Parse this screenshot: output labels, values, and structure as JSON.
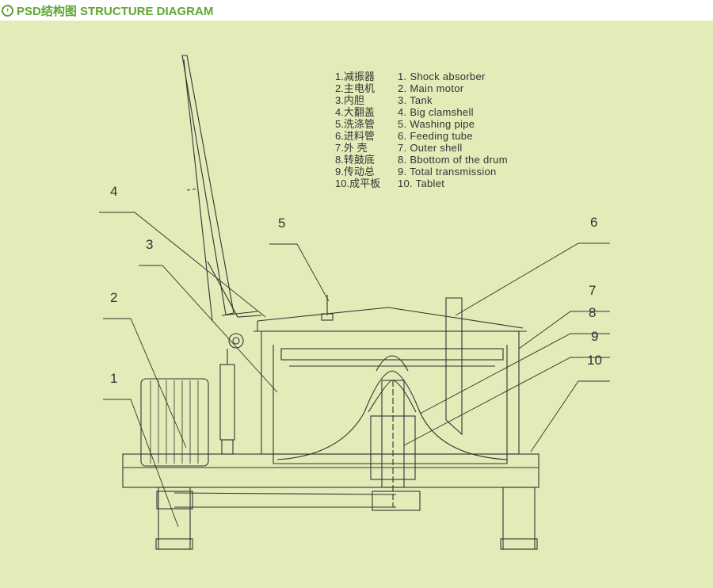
{
  "header": {
    "title": "PSD结构图 STRUCTURE DIAGRAM",
    "icon": "chevron-right-circle-icon"
  },
  "legend": {
    "chinese": [
      "1.减振器",
      "2.主电机",
      "3.内胆",
      "4.大翻盖",
      "5.洗涤管",
      "6.进料管",
      "7.外 壳",
      "8.转鼓底",
      "9.传动总",
      "10.成平板"
    ],
    "english": [
      "1. Shock absorber",
      "2. Main motor",
      "3. Tank",
      "4. Big clamshell",
      "5. Washing pipe",
      "6. Feeding tube",
      "7. Outer shell",
      "8. Bbottom of the drum",
      "9. Total transmission",
      "10. Tablet"
    ]
  },
  "callouts": [
    "1",
    "2",
    "3",
    "4",
    "5",
    "6",
    "7",
    "8",
    "9",
    "10"
  ],
  "colors": {
    "background": "#e3ebb8",
    "title": "#5ea832",
    "line": "#333333"
  }
}
